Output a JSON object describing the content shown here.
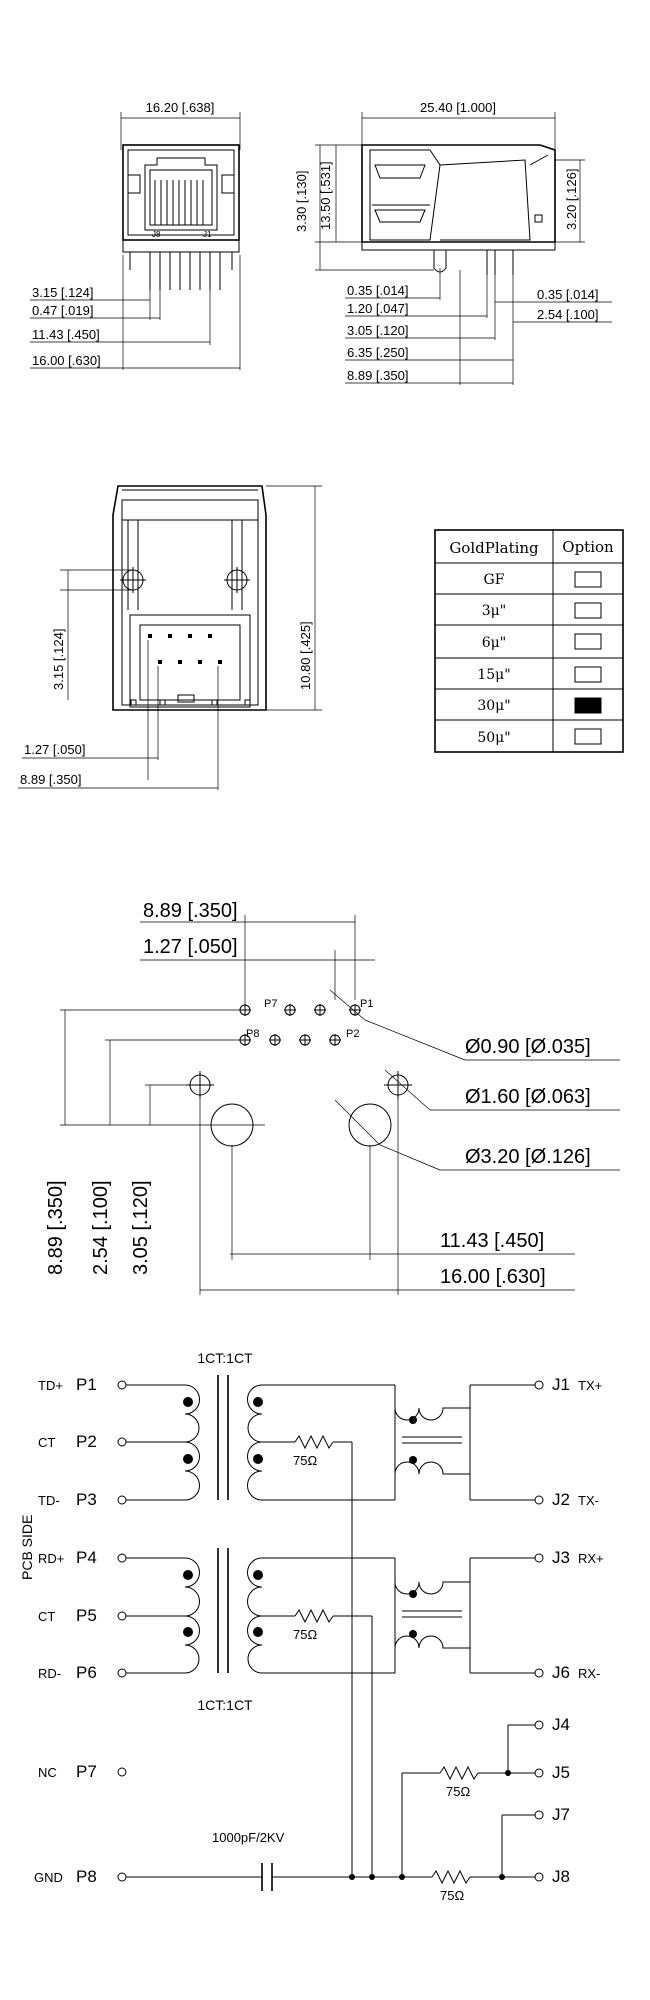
{
  "section1": {
    "top_width": "16.20 [.638]",
    "side_width": "25.40 [1.000]",
    "h_130": "3.30 [.130]",
    "h_531": "13.50 [.531]",
    "h_126": "3.20 [.126]",
    "jack_label_j8": "J8",
    "jack_label_j1": "J1",
    "left_dims": [
      "3.15 [.124]",
      "0.47 [.019]",
      "11.43 [.450]",
      "16.00 [.630]"
    ],
    "side_left_dims": [
      "0.35 [.014]",
      "1.20 [.047]",
      "3.05 [.120]",
      "6.35 [.250]",
      "8.89 [.350]"
    ],
    "side_right_dims": [
      "0.35 [.014]",
      "2.54 [.100]"
    ]
  },
  "section2": {
    "h_124": "3.15 [.124]",
    "h_425": "10.80 [.425]",
    "w_050": "1.27 [.050]",
    "w_350": "8.89 [.350]"
  },
  "plating_table": {
    "headers": [
      "GoldPlating",
      "Option"
    ],
    "rows": [
      {
        "label": "GF",
        "selected": false
      },
      {
        "label": "3μ\"",
        "selected": false
      },
      {
        "label": "6μ\"",
        "selected": false
      },
      {
        "label": "15μ\"",
        "selected": false
      },
      {
        "label": "30μ\"",
        "selected": true
      },
      {
        "label": "50μ\"",
        "selected": false
      }
    ]
  },
  "section3": {
    "top1": "8.89 [.350]",
    "top2": "1.27 [.050]",
    "p7": "P7",
    "p1": "P1",
    "p8": "P8",
    "p2": "P2",
    "d1": "Ø0.90 [Ø.035]",
    "d2": "Ø1.60 [Ø.063]",
    "d3": "Ø3.20 [Ø.126]",
    "v1": "8.89 [.350]",
    "v2": "2.54 [.100]",
    "v3": "3.05 [.120]",
    "b1": "11.43 [.450]",
    "b2": "16.00 [.630]"
  },
  "schematic": {
    "ratio_top": "1CT:1CT",
    "ratio_bottom": "1CT:1CT",
    "pcb_side": "PCB SIDE",
    "left_pins": [
      {
        "sig": "TD+",
        "pin": "P1"
      },
      {
        "sig": "CT",
        "pin": "P2"
      },
      {
        "sig": "TD-",
        "pin": "P3"
      },
      {
        "sig": "RD+",
        "pin": "P4"
      },
      {
        "sig": "CT",
        "pin": "P5"
      },
      {
        "sig": "RD-",
        "pin": "P6"
      },
      {
        "sig": "NC",
        "pin": "P7"
      },
      {
        "sig": "GND",
        "pin": "P8"
      }
    ],
    "right_pins": [
      {
        "pin": "J1",
        "sig": "TX+"
      },
      {
        "pin": "J2",
        "sig": "TX-"
      },
      {
        "pin": "J3",
        "sig": "RX+"
      },
      {
        "pin": "J6",
        "sig": "RX-"
      },
      {
        "pin": "J4",
        "sig": ""
      },
      {
        "pin": "J5",
        "sig": ""
      },
      {
        "pin": "J7",
        "sig": ""
      },
      {
        "pin": "J8",
        "sig": ""
      }
    ],
    "res1": "75Ω",
    "res2": "75Ω",
    "res3": "75Ω",
    "res4": "75Ω",
    "cap": "1000pF/2KV"
  }
}
